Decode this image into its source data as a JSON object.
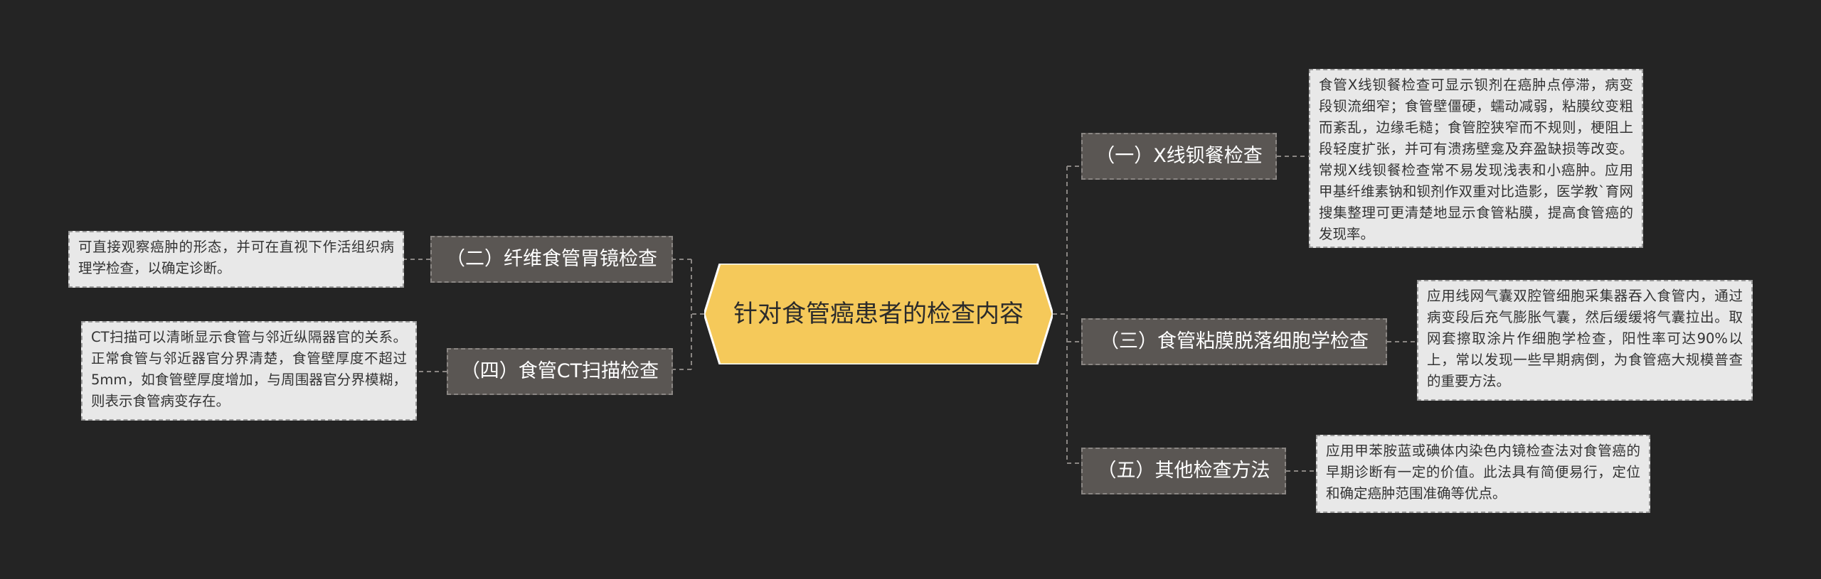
{
  "title": "针对食管癌患者的检查内容",
  "colors": {
    "background": "#242424",
    "central_fill": "#f5c95a",
    "branch_fill": "#5a5653",
    "leaf_fill": "#e8e8e8",
    "connector": "#8a8683"
  },
  "branches": {
    "b1": {
      "label": "（一）X线钡餐检查",
      "detail": "食管X线钡餐检查可显示钡剂在癌肿点停滞，病变段钡流细窄；食管壁僵硬，蠕动减弱，粘膜纹变粗而紊乱，边缘毛糙；食管腔狭窄而不规则，梗阻上段轻度扩张，并可有溃疡壁龛及弃盈缺损等改变。常规X线钡餐检查常不易发现浅表和小癌肿。应用甲基纤维素钠和钡剂作双重对比造影，医学教`育网搜集整理可更清楚地显示食管粘膜，提高食管癌的发现率。"
    },
    "b2": {
      "label": "（二）纤维食管胃镜检查",
      "detail": "可直接观察癌肿的形态，并可在直视下作活组织病理学检查，以确定诊断。"
    },
    "b3": {
      "label": "（三）食管粘膜脱落细胞学检查",
      "detail": "应用线网气囊双腔管细胞采集器吞入食管内，通过病变段后充气膨胀气囊，然后缓缓将气囊拉出。取网套擦取涂片作细胞学检查，阳性率可达90%以上，常以发现一些早期病倒，为食管癌大规模普查的重要方法。"
    },
    "b4": {
      "label": "（四）食管CT扫描检查",
      "detail": "CT扫描可以清晰显示食管与邻近纵隔器官的关系。正常食管与邻近器官分界清楚，食管壁厚度不超过5mm，如食管壁厚度增加，与周围器官分界模糊，则表示食管病变存在。"
    },
    "b5": {
      "label": "（五）其他检查方法",
      "detail": "应用甲苯胺蓝或碘体内染色内镜检查法对食管癌的早期诊断有一定的价值。此法具有简便易行，定位和确定癌肿范围准确等优点。"
    }
  }
}
